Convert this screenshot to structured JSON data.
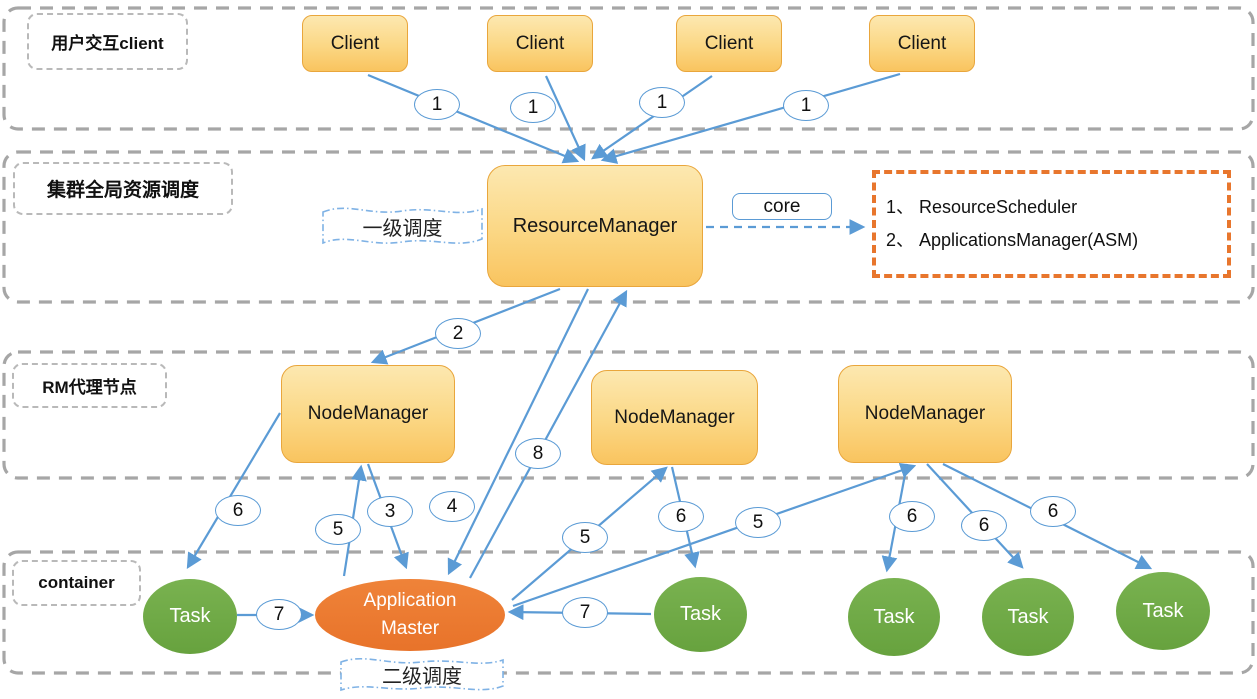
{
  "colors": {
    "arrow_blue": "#5b9bd5",
    "node_fill_top": "#fce8b0",
    "node_fill_bottom": "#f9c45f",
    "node_border": "#e9a63c",
    "task_green": "#6fa845",
    "application_master_orange": "#ed7d31",
    "band_border_gray": "#a6a6a6",
    "components_box_border": "#e8762d",
    "tape_border_blue": "#7fb2e5"
  },
  "bands": [
    {
      "label": "用户交互client"
    },
    {
      "label": "集群全局资源调度"
    },
    {
      "label": "RM代理节点"
    },
    {
      "label": "container"
    }
  ],
  "nodes": {
    "clients": [
      "Client",
      "Client",
      "Client",
      "Client"
    ],
    "resource_manager": "ResourceManager",
    "node_managers": [
      "NodeManager",
      "NodeManager",
      "NodeManager"
    ],
    "application_master": {
      "line1": "Application",
      "line2": "Master"
    },
    "tasks": [
      "Task",
      "Task",
      "Task",
      "Task",
      "Task"
    ]
  },
  "annotations": {
    "core_label": "core",
    "primary_scheduling": "一级调度",
    "secondary_scheduling": "二级调度",
    "rm_core_components": [
      "1、 ResourceScheduler",
      "2、 ApplicationsManager(ASM)"
    ]
  },
  "step_badges": [
    "1",
    "1",
    "1",
    "1",
    "2",
    "3",
    "4",
    "5",
    "5",
    "5",
    "6",
    "6",
    "6",
    "6",
    "6",
    "7",
    "7",
    "8"
  ]
}
